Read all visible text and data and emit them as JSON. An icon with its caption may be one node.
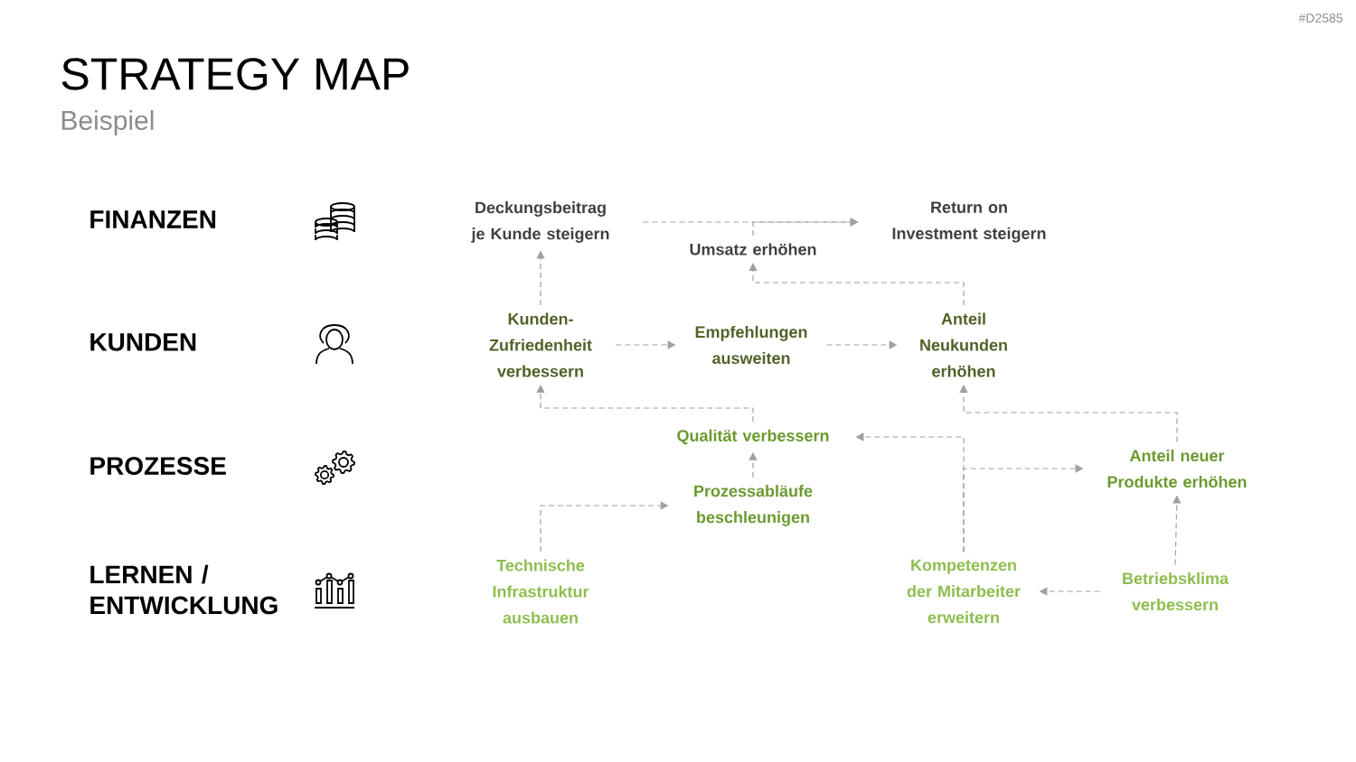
{
  "diagram": {
    "title": "STRATEGY MAP",
    "nodes": [
      {
        "text": [
          "Deckungsbeitrag je Kunde steigern"
        ]
      },
      {
        "text": [
          "Umsatz erhöhen"
        ]
      },
      {
        "text": [
          "Return on Investment steigern"
        ]
      },
      {
        "text": [
          "Kunden-Zufriedenheit verbessern"
        ]
      },
      {
        "text": [
          "Empfehlungen ausweiten"
        ]
      },
      {
        "text": [
          "Anteil Neukunden erhöhen"
        ]
      },
      {
        "text": [
          "Qualität verbessern"
        ]
      },
      {
        "text": [
          "Prozessabläufe beschleunigen"
        ]
      },
      {
        "text": [
          "Anteil neuer Produkte erhöhen"
        ]
      },
      {
        "text": [
          "Technische Infrastruktur ausbauen"
        ]
      },
      {
        "text": [
          "Kompetenzen der Mitarbeiter erweitern"
        ]
      },
      {
        "text": [
          "Betriebsklima verbessern"
        ]
      }
    ],
    "edges": [
      {
        "from": 0,
        "to": 2,
        "arrow": "to",
        "style": "dashed"
      },
      {
        "from": 1,
        "to": 2,
        "arrow": "to",
        "style": "dashed"
      },
      {
        "from": 3,
        "to": 0,
        "arrow": "to",
        "style": "dashed"
      },
      {
        "from": 5,
        "to": 1,
        "arrow": "to",
        "style": "dashed"
      },
      {
        "from": 3,
        "to": 4,
        "arrow": "to",
        "style": "dashed"
      },
      {
        "from": 4,
        "to": 5,
        "arrow": "to",
        "style": "dashed"
      },
      {
        "from": 6,
        "to": 3,
        "arrow": "to",
        "style": "dashed"
      },
      {
        "from": 7,
        "to": 6,
        "arrow": "to",
        "style": "dashed"
      },
      {
        "from": 9,
        "to": 7,
        "arrow": "to",
        "style": "dashed"
      },
      {
        "from": 10,
        "to": 6,
        "arrow": "to",
        "style": "dashed"
      },
      {
        "from": 10,
        "to": 8,
        "arrow": "to",
        "style": "dashed"
      },
      {
        "from": 8,
        "to": 5,
        "arrow": "to",
        "style": "dashed"
      },
      {
        "from": 11,
        "to": 8,
        "arrow": "to",
        "style": "dashed"
      },
      {
        "from": 11,
        "to": 10,
        "arrow": "to",
        "style": "dashed"
      }
    ],
    "labels": [
      "#D2585",
      "Beispiel",
      "FINANZEN",
      "KUNDEN",
      "PROZESSE",
      "LERNEN / ENTWICKLUNG"
    ]
  }
}
